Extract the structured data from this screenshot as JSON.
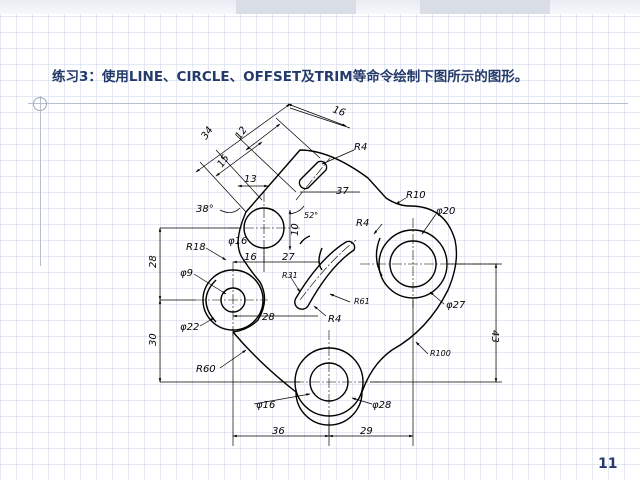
{
  "title": "练习3：使用LINE、CIRCLE、OFFSET及TRIM等命令绘制下图所示的图形。",
  "page_number": "11",
  "dimensions": {
    "d34": "34",
    "d16_top": "16",
    "d12": "12",
    "d15": "15",
    "d13": "13",
    "d37": "37",
    "r4_top": "R4",
    "a38": "38°",
    "a52": "52°",
    "phi16_top": "φ16",
    "d10": "10",
    "r10": "R10",
    "phi20": "φ20",
    "r4_mid": "R4",
    "r18": "R18",
    "d16_mid": "16",
    "d27": "27",
    "d28_left": "28",
    "phi9": "φ9",
    "r31": "R31",
    "r61": "R61",
    "phi27": "φ27",
    "phi22": "φ22",
    "d28_mid": "28",
    "r4_low": "R4",
    "d43": "43",
    "d30": "30",
    "r100": "R100",
    "r60": "R60",
    "phi16_bottom": "φ16",
    "phi28": "φ28",
    "d36": "36",
    "d29": "29"
  }
}
